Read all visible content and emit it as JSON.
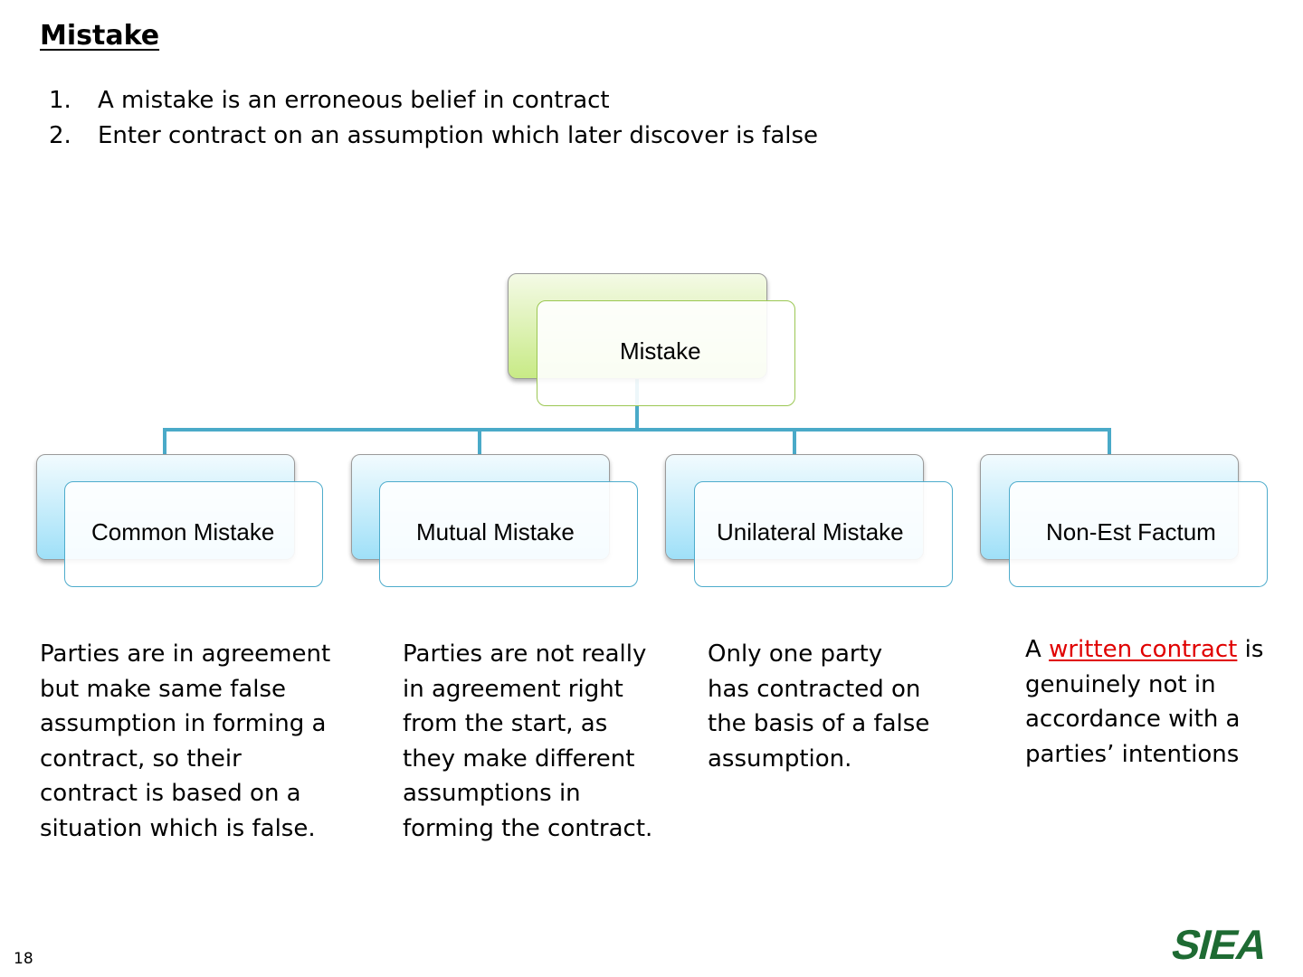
{
  "slide": {
    "title": "Mistake",
    "points": [
      {
        "number": "1.",
        "text": "A mistake is an erroneous belief in contract"
      },
      {
        "number": "2.",
        "text": "Enter contract on an assumption which later discover is false"
      }
    ],
    "page_number": "18",
    "logo_text": "SIEA"
  },
  "diagram": {
    "root": {
      "label": "Mistake"
    },
    "children": [
      {
        "label": "Common Mistake"
      },
      {
        "label": "Mutual Mistake"
      },
      {
        "label": "Unilateral Mistake"
      },
      {
        "label": "Non-Est Factum"
      }
    ],
    "colors": {
      "connector": "#4aaac8",
      "root_fill": "#c8ea86",
      "root_border": "#9bc753",
      "child_fill": "#9fe0f8",
      "child_border": "#4eaccc",
      "link": "#e00000",
      "logo": "#1e6b33"
    }
  },
  "descriptions": {
    "common": [
      "Parties are in agreement",
      "but make same false",
      "assumption in forming a",
      "contract, so their",
      "contract is based on a",
      "situation which is false."
    ],
    "mutual": [
      "Parties are not really",
      "in agreement right",
      "from the start, as",
      "they make different",
      "assumptions in",
      "forming the contract."
    ],
    "unilateral": [
      "Only one party",
      "has contracted on",
      "the basis of a false",
      "assumption."
    ],
    "non_est": {
      "line1_prefix": "A ",
      "line1_link": "written contract",
      "line1_suffix": " is",
      "lines": [
        "genuinely not in",
        "accordance with a",
        "parties’ intentions"
      ]
    }
  }
}
